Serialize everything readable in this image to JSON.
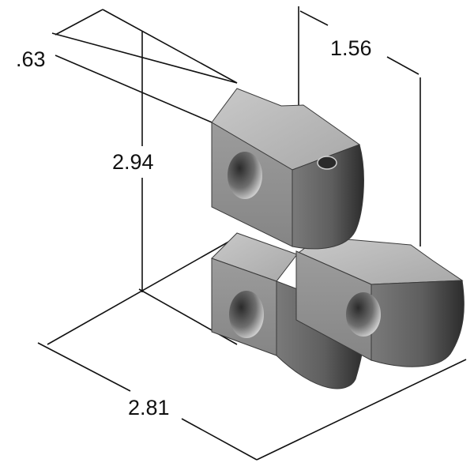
{
  "dimensions": {
    "depth": ".63",
    "height": "2.94",
    "offset": "1.56",
    "width": "2.81"
  },
  "colors": {
    "line": "#111111",
    "part_light": "#b4b4b4",
    "part_mid": "#9a9a9a",
    "part_dark": "#5a5a5a",
    "background": "#ffffff"
  }
}
